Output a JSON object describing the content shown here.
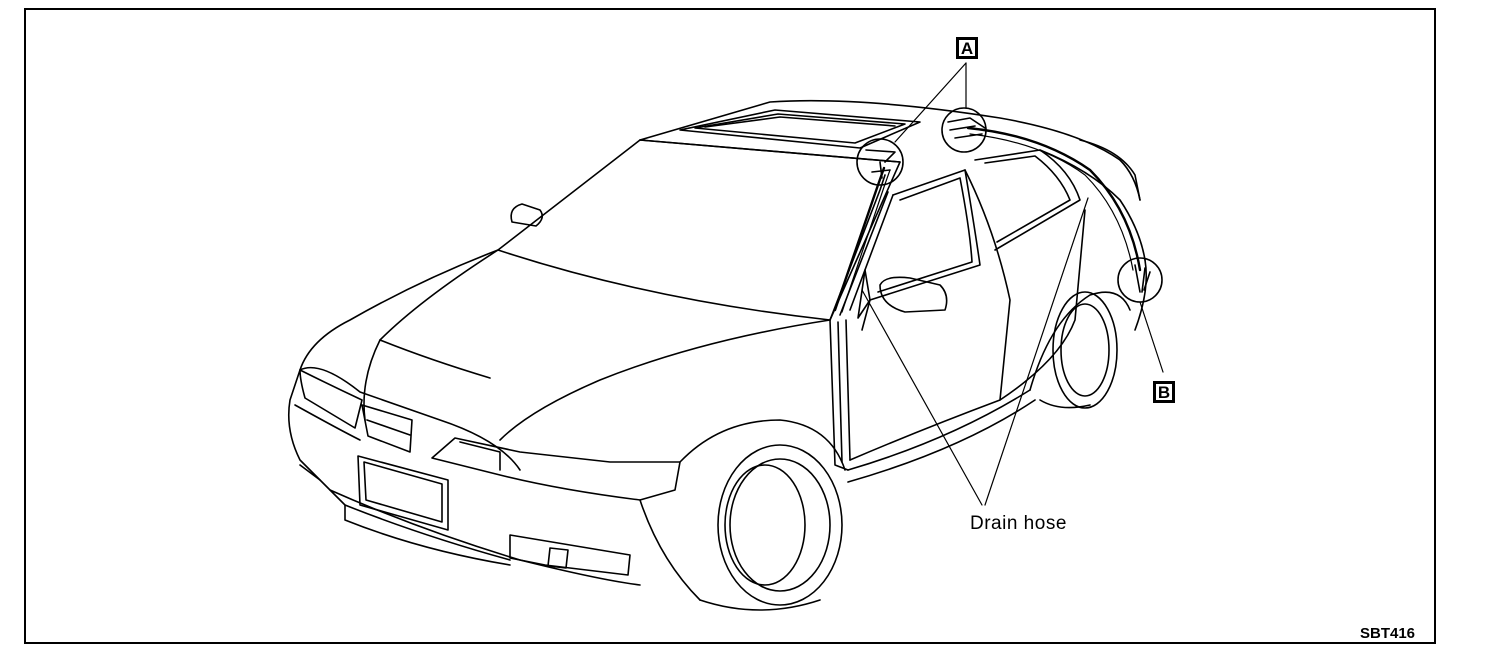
{
  "callouts": {
    "a": "A",
    "b": "B"
  },
  "labels": {
    "drain_hose": "Drain hose"
  },
  "figure_code": "SBT416",
  "colors": {
    "line": "#000000",
    "background": "#ffffff"
  }
}
